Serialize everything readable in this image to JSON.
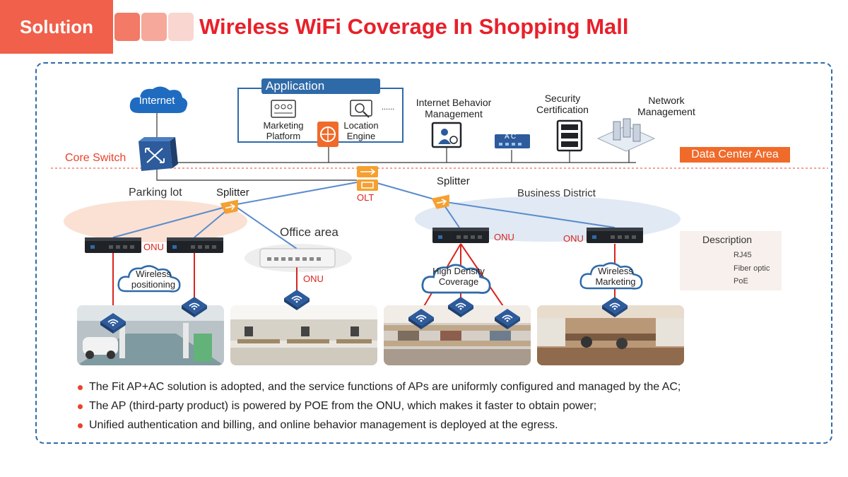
{
  "header": {
    "tab_label": "Solution",
    "title": "Wireless WiFi Coverage In Shopping Mall",
    "accent_color": "#f0604a",
    "title_color": "#e8202a"
  },
  "diagram": {
    "internet": "Internet",
    "application": {
      "title": "Application",
      "marketing_platform": "Marketing\nPlatform",
      "location_engine": "Location\nEngine",
      "more": "......"
    },
    "internet_behavior_management": "Internet Behavior\nManagement",
    "security_certification": "Security\nCertification",
    "network_management": "Network\nManagement",
    "ac_label": "A C",
    "core_switch": "Core Switch",
    "data_center_area": "Data Center Area",
    "olt": "OLT",
    "splitter_left": "Splitter",
    "splitter_right": "Splitter",
    "parking_lot": "Parking lot",
    "office_area": "Office area",
    "business_district": "Business District",
    "onu": "ONU",
    "wireless_positioning": "Wireless\npositioning",
    "high_density_coverage": "High Density\nCoverage",
    "wireless_marketing": "Wireless\nMarketing",
    "description": {
      "title": "Description",
      "items": [
        {
          "label": "RJ45",
          "color": "#f0a060"
        },
        {
          "label": "Fiber optic",
          "color": "#5b8ccc"
        },
        {
          "label": "PoE",
          "color": "#d9251d"
        }
      ]
    }
  },
  "bullets": [
    "The Fit AP+AC solution is adopted, and the service functions of APs are uniformly configured and managed by the AC;",
    "The AP (third-party product) is powered by POE from the ONU, which makes it faster to obtain power;",
    "Unified authentication and billing, and online behavior management is deployed at the egress."
  ]
}
